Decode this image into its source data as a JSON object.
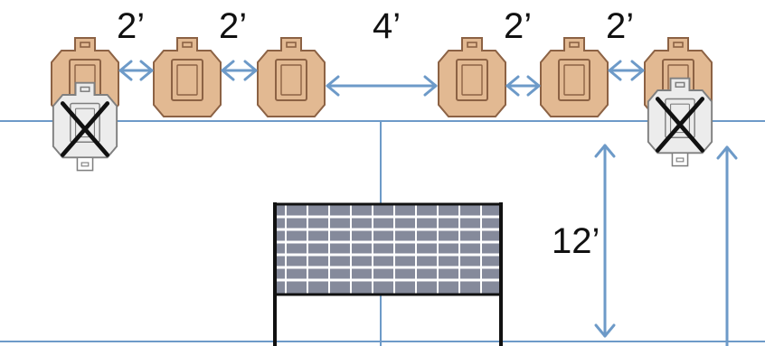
{
  "labels": {
    "gap_1": "2’",
    "gap_2": "2’",
    "gap_center": "4’",
    "gap_3": "2’",
    "gap_4": "2’",
    "distance": "12’"
  },
  "colors": {
    "line": "#6d9ac8",
    "target_fill": "#e2b992",
    "target_stroke": "#8c6244",
    "nonthreat_fill": "#ececec",
    "nonthreat_stroke": "#7f7f7f",
    "cross": "#111111",
    "barricade_fill": "#858a9b",
    "barricade_frame": "#111111"
  },
  "icons": {
    "target": "steel-silhouette-target-icon",
    "no_shoot": "no-shoot-target-icon"
  }
}
